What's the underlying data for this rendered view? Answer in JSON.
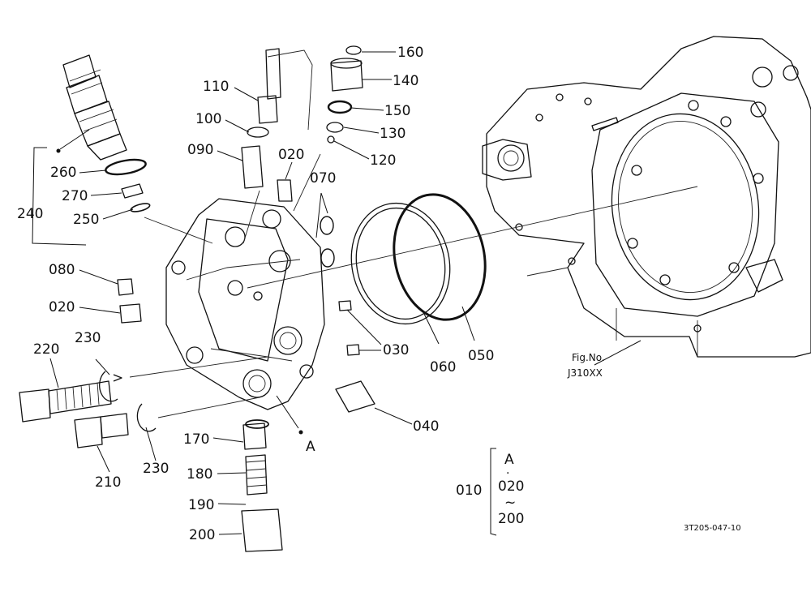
{
  "diagram": {
    "callouts": [
      "160",
      "140",
      "150",
      "130",
      "120",
      "110",
      "100",
      "090",
      "020",
      "070",
      "260",
      "270",
      "250",
      "240",
      "080",
      "020",
      "030",
      "060",
      "050",
      "220",
      "230",
      "040",
      "170",
      "A",
      "180",
      "190",
      "200",
      "210",
      "230"
    ],
    "fig_ref": {
      "line1": "Fig.No.",
      "line2": "J310XX"
    },
    "legend": {
      "main": "010",
      "top": "A",
      "dot": "·",
      "mid": "020",
      "tilde": "~",
      "bottom": "200"
    },
    "drawing_code": "3T205-047-10"
  }
}
